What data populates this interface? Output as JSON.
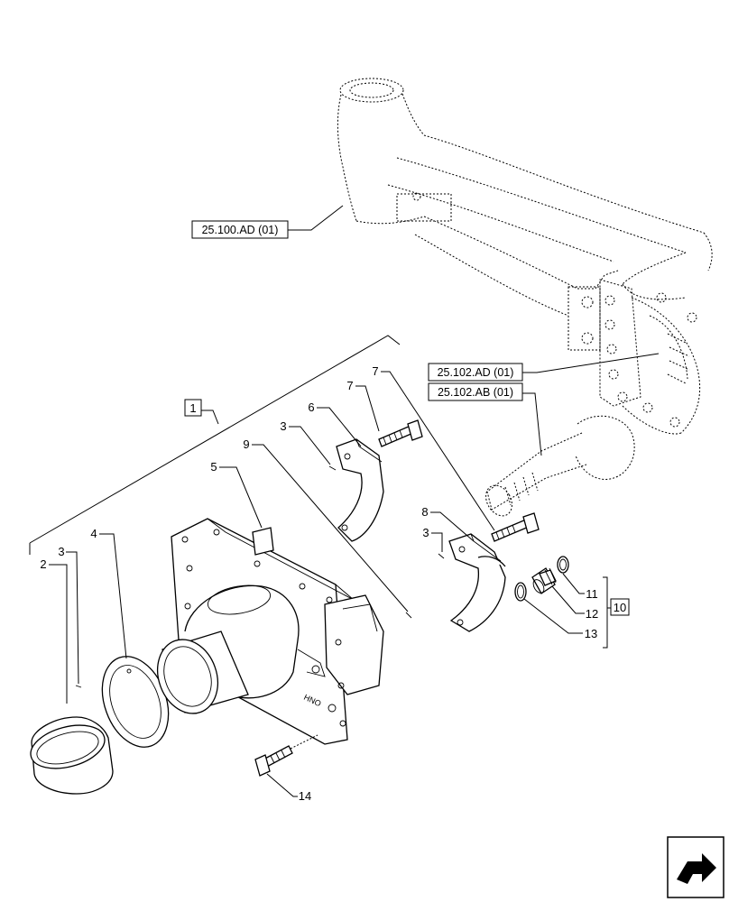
{
  "references": {
    "axle_housing": "25.100.AD (01)",
    "differential": "25.102.AD (01)",
    "pinion_shaft": "25.102.AB (01)"
  },
  "callouts": {
    "c1": "1",
    "c2": "2",
    "c3a": "3",
    "c3b": "3",
    "c3c": "3",
    "c4": "4",
    "c5": "5",
    "c6": "6",
    "c7a": "7",
    "c7b": "7",
    "c8": "8",
    "c9": "9",
    "c10": "10",
    "c11": "11",
    "c12": "12",
    "c13": "13",
    "c14": "14"
  },
  "icons": {
    "navigation": "next-page-arrow-icon"
  }
}
